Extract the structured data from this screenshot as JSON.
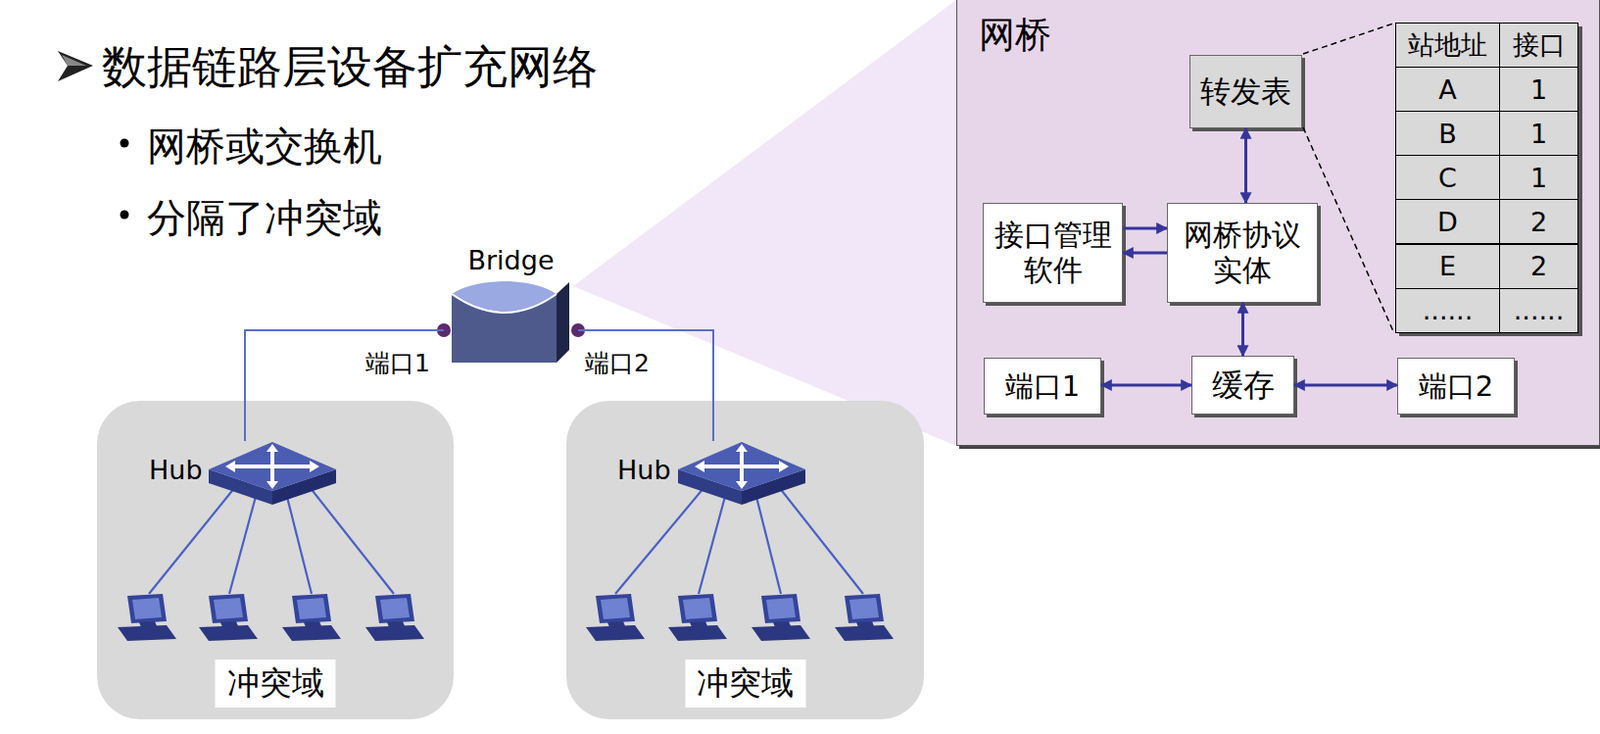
{
  "diagram": {
    "title": "数据链路层设备扩充网络",
    "nodes": [
      {
        "text": [
          "Bridge"
        ]
      },
      {
        "text": [
          "冲突域"
        ]
      },
      {
        "text": [
          "Hub"
        ],
        "in": 1
      },
      {
        "text": [
          "冲突域"
        ]
      },
      {
        "text": [
          "Hub"
        ],
        "in": 3
      },
      {
        "text": [
          "网桥"
        ]
      },
      {
        "text": [
          "转发表"
        ],
        "in": 5
      },
      {
        "text": [
          "接口管理 软件"
        ],
        "in": 5
      },
      {
        "text": [
          "网桥协议 实体"
        ],
        "in": 5
      },
      {
        "text": [
          "缓存"
        ],
        "in": 5
      },
      {
        "text": [
          "端口1"
        ],
        "in": 5
      },
      {
        "text": [
          "端口2"
        ],
        "in": 5
      }
    ],
    "edges": [
      {
        "from": 0,
        "to": 2,
        "label": "端口1",
        "arrow": "none"
      },
      {
        "from": 0,
        "to": 4,
        "label": "端口2",
        "arrow": "none"
      },
      {
        "from": 6,
        "to": 8,
        "arrow": "both"
      },
      {
        "from": 7,
        "to": 8,
        "arrow": "to"
      },
      {
        "from": 8,
        "to": 7,
        "arrow": "to"
      },
      {
        "from": 8,
        "to": 9,
        "arrow": "both"
      },
      {
        "from": 10,
        "to": 9,
        "arrow": "both"
      },
      {
        "from": 9,
        "to": 11,
        "arrow": "both"
      }
    ],
    "labels": [
      "网桥或交换机",
      "分隔了冲突域",
      "站地址",
      "接口",
      "A",
      "1",
      "B",
      "1",
      "C",
      "1",
      "D",
      "2",
      "E",
      "2",
      "......",
      "......"
    ]
  }
}
